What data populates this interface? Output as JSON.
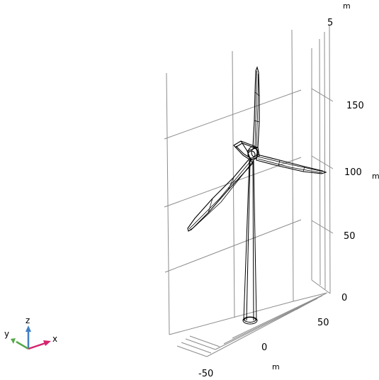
{
  "axes": {
    "z_ticks": [
      "0",
      "50",
      "100",
      "150"
    ],
    "z_unit_right": "m",
    "z_unit_top": "m",
    "z_top_partial": "5",
    "x_ticks": [
      "-50",
      "0",
      "50"
    ],
    "x_unit": "m"
  },
  "triad": {
    "x_label": "x",
    "y_label": "y",
    "z_label": "z",
    "x_color": "#d6246e",
    "y_color": "#55a84a",
    "z_color": "#3f7fc4"
  }
}
